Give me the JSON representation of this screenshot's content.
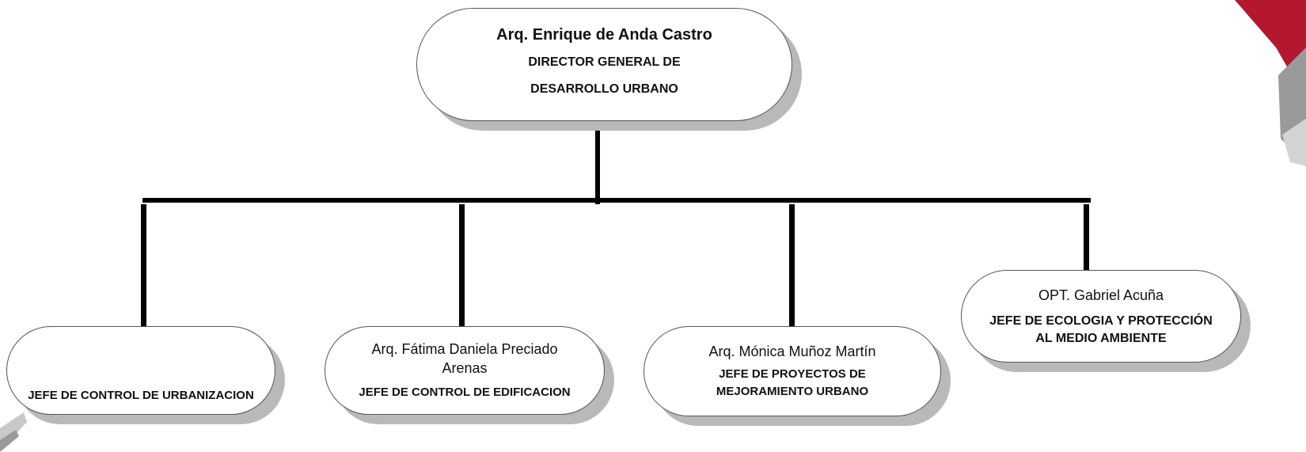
{
  "director": {
    "name": "Arq. Enrique de Anda Castro",
    "title_line1": "DIRECTOR GENERAL DE",
    "title_line2": "DESARROLLO URBANO"
  },
  "subordinates": [
    {
      "name": "",
      "title": "JEFE DE CONTROL DE URBANIZACION"
    },
    {
      "name_line1": "Arq. Fátima Daniela Preciado",
      "name_line2": "Arenas",
      "title": "JEFE DE CONTROL DE EDIFICACION"
    },
    {
      "name": "Arq. Mónica Muñoz Martín",
      "title_line1": "JEFE DE PROYECTOS DE",
      "title_line2": "MEJORAMIENTO URBANO"
    },
    {
      "name": "OPT. Gabriel Acuña",
      "title_line1": "JEFE DE ECOLOGIA Y PROTECCIÓN",
      "title_line2": "AL MEDIO AMBIENTE"
    }
  ],
  "colors": {
    "accent_red": "#b3182f",
    "shadow_gray": "#b9b9b9",
    "line": "#000000"
  }
}
